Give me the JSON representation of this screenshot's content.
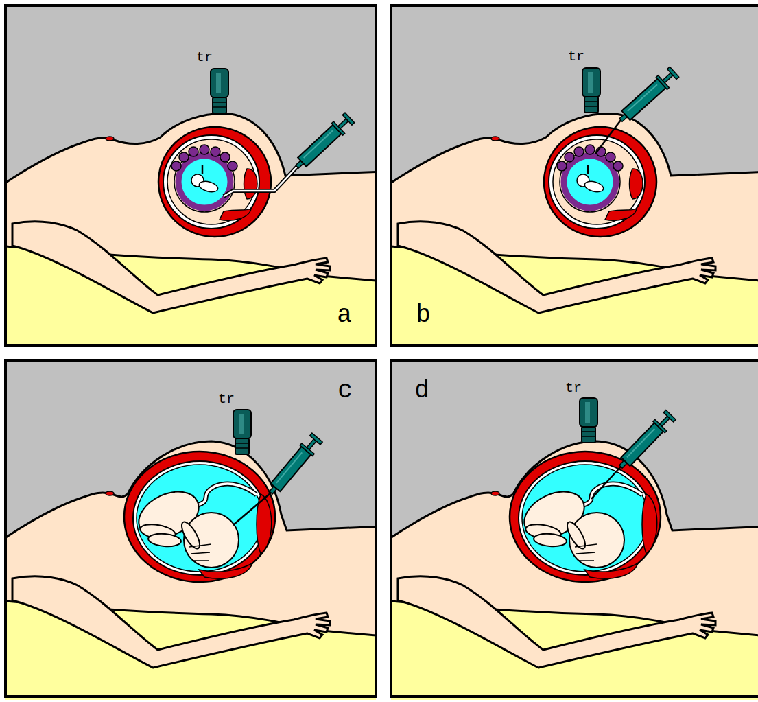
{
  "diagram": {
    "labels": [
      "tr",
      "a",
      "tr",
      "b",
      "c",
      "tr",
      "d",
      "tr"
    ]
  }
}
